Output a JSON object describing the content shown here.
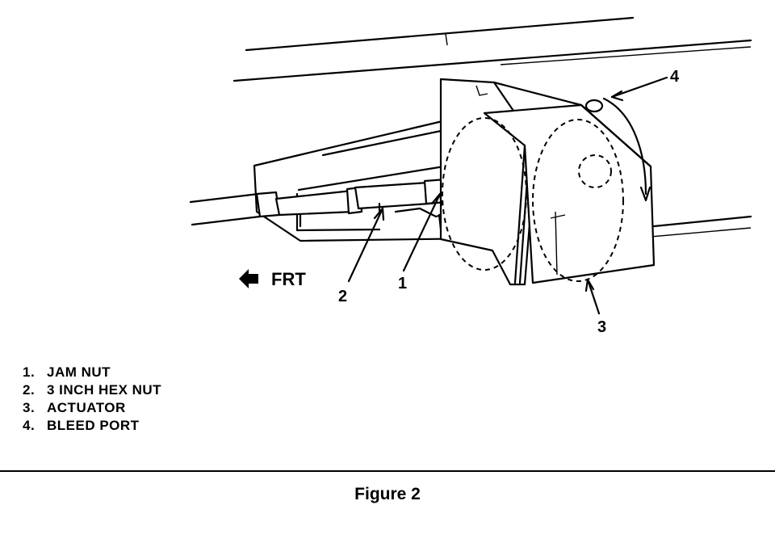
{
  "callouts": {
    "c1": "1",
    "c2": "2",
    "c3": "3",
    "c4": "4",
    "dir_label": "FRT"
  },
  "legend": [
    {
      "num": "1.",
      "text": "JAM NUT"
    },
    {
      "num": "2.",
      "text": "3 INCH HEX NUT"
    },
    {
      "num": "3.",
      "text": "ACTUATOR"
    },
    {
      "num": "4.",
      "text": "BLEED PORT"
    }
  ],
  "caption": "Figure 2"
}
